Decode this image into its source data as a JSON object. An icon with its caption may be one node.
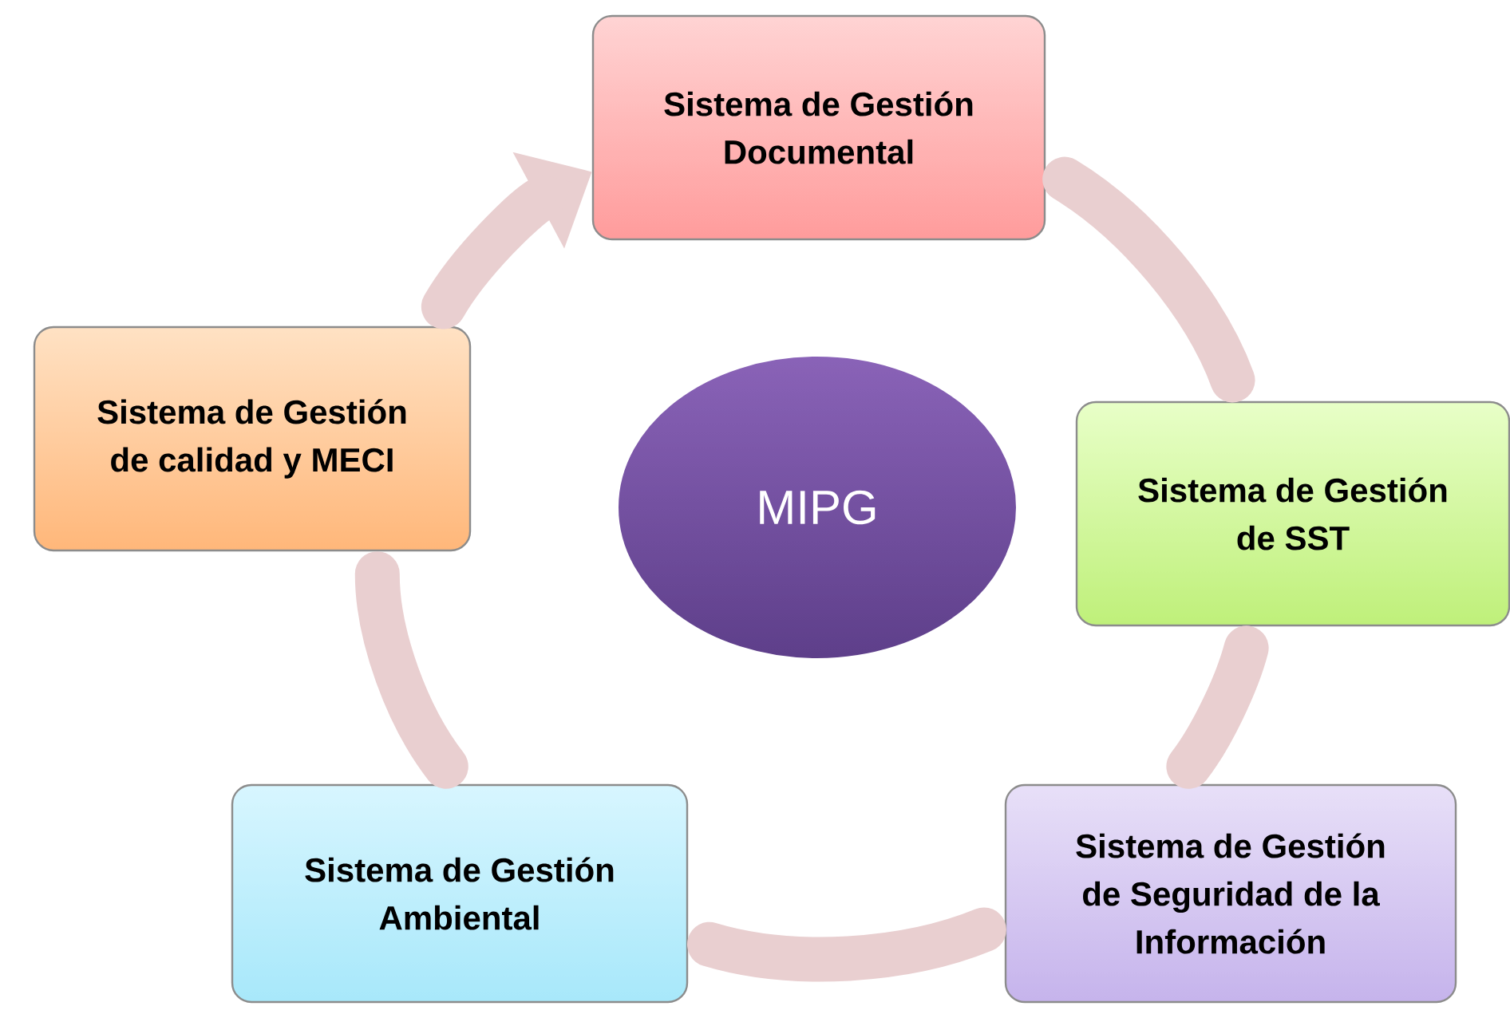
{
  "diagram": {
    "nodes": [
      {
        "text": [
          "Sistema de Gestión Documental"
        ]
      },
      {
        "text": [
          "Sistema de Gestión de calidad y MECI"
        ]
      },
      {
        "text": [
          "MIPG"
        ]
      },
      {
        "text": [
          "Sistema de Gestión de SST"
        ]
      },
      {
        "text": [
          "Sistema de Gestión Ambiental"
        ]
      },
      {
        "text": [
          "Sistema de Gestión de Seguridad de la Información"
        ]
      }
    ],
    "edges": [
      {
        "from": 1,
        "to": 0,
        "arrow": "to"
      },
      {
        "from": 0,
        "to": 3,
        "arrow": "none"
      },
      {
        "from": 3,
        "to": 5,
        "arrow": "none"
      },
      {
        "from": 5,
        "to": 4,
        "arrow": "none"
      },
      {
        "from": 4,
        "to": 1,
        "arrow": "none"
      }
    ]
  }
}
